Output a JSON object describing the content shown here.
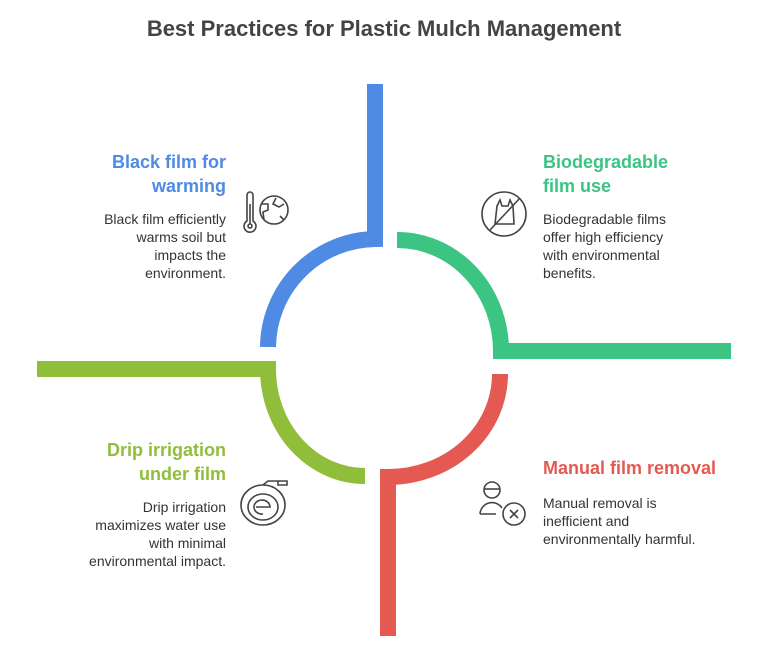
{
  "title": "Best Practices for Plastic Mulch Management",
  "colors": {
    "blue": "#4F8AE4",
    "green": "#3CC482",
    "olive": "#90BE3A",
    "red": "#E45A53",
    "icon": "#444444"
  },
  "items": [
    {
      "heading_line1": "Black film for",
      "heading_line2": "warming",
      "body": [
        "Black film efficiently",
        "warms soil but",
        "impacts the",
        "environment."
      ],
      "icon": "thermometer-globe-icon"
    },
    {
      "heading_line1": "Biodegradable",
      "heading_line2": "film use",
      "body": [
        "Biodegradable films",
        "offer high efficiency",
        "with environmental",
        "benefits."
      ],
      "icon": "no-plastic-bag-icon"
    },
    {
      "heading_line1": "Drip irrigation",
      "heading_line2": "under film",
      "body": [
        "Drip irrigation",
        "maximizes water use",
        "with minimal",
        "environmental impact."
      ],
      "icon": "hose-coil-icon"
    },
    {
      "heading_line1": "Manual film removal",
      "body": [
        "Manual removal is",
        "inefficient and",
        "environmentally harmful."
      ],
      "icon": "person-remove-icon"
    }
  ]
}
